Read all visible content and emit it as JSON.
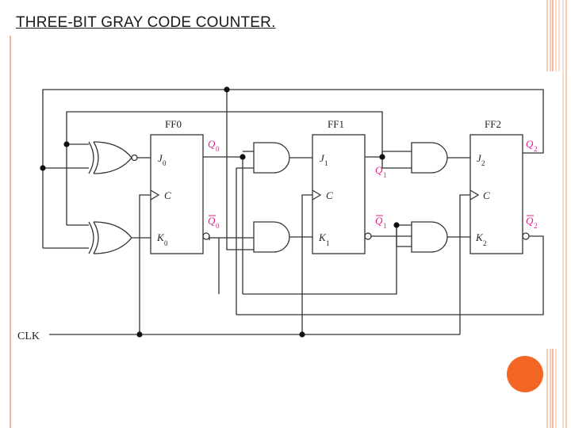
{
  "slide": {
    "title": "THREE-BIT GRAY CODE COUNTER.",
    "accent_color": "#f26522",
    "frame_color": "#f4b89a"
  },
  "diagram": {
    "clock_label": "CLK",
    "flip_flops": [
      {
        "name": "FF0",
        "j": "J",
        "j_sub": "0",
        "c": "C",
        "k": "K",
        "k_sub": "0",
        "q": "Q",
        "q_sub": "0",
        "qbar": "Q",
        "qbar_sub": "0"
      },
      {
        "name": "FF1",
        "j": "J",
        "j_sub": "1",
        "c": "C",
        "k": "K",
        "k_sub": "1",
        "q": "Q",
        "q_sub": "1",
        "qbar": "Q",
        "qbar_sub": "1"
      },
      {
        "name": "FF2",
        "j": "J",
        "j_sub": "2",
        "c": "C",
        "k": "K",
        "k_sub": "2",
        "q": "Q",
        "q_sub": "2",
        "qbar": "Q",
        "qbar_sub": "2"
      }
    ],
    "output_color": "#e0218a"
  }
}
